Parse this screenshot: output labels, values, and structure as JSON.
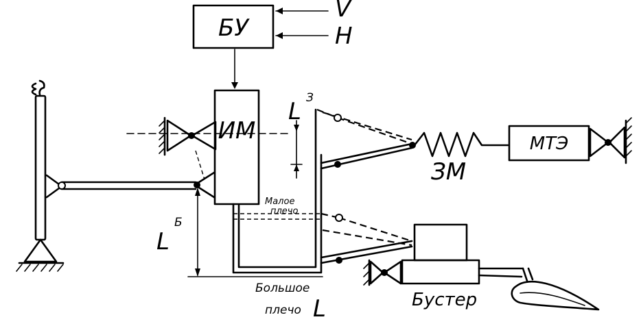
{
  "labels": {
    "control_unit": "БУ",
    "input_v": "V",
    "input_h": "H",
    "actuator": "ИМ",
    "lever_small_sup": "З",
    "lever_big_sup": "Б",
    "lever_letter": "L",
    "spring": "ЗМ",
    "trim_mechanism": "МТЭ",
    "small_arm_line1": "Малое",
    "small_arm_line2": "плечо",
    "big_arm_line1": "Большое",
    "big_arm_line2": "плечо",
    "booster": "Бустер"
  }
}
